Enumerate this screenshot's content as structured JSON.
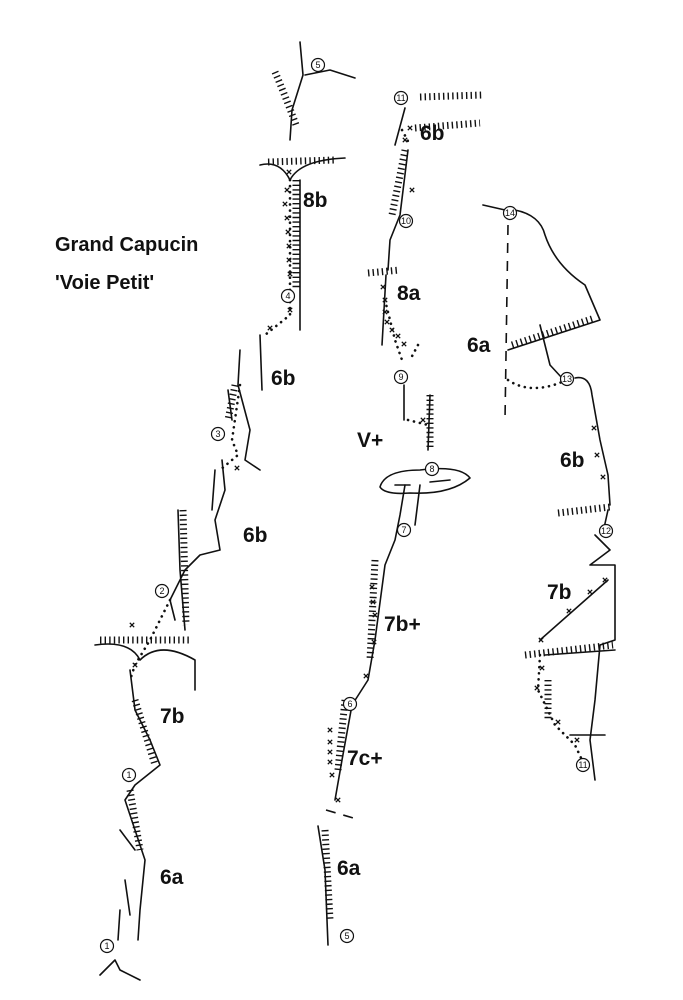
{
  "title": {
    "line1": "Grand Capucin",
    "line2": "'Voie Petit'"
  },
  "grades": {
    "left": [
      "8b",
      "6b",
      "6b",
      "7b",
      "6a"
    ],
    "middle": [
      "6b",
      "8a",
      "V+",
      "7b+",
      "7c+",
      "6a"
    ],
    "right": [
      "6a",
      "6b",
      "7b"
    ]
  },
  "belays": {
    "left": [
      "5",
      "4",
      "3",
      "2",
      "1",
      "1"
    ],
    "middle": [
      "11",
      "10",
      "9",
      "8",
      "7",
      "6",
      "5"
    ],
    "right": [
      "14",
      "13",
      "12",
      "11"
    ]
  }
}
